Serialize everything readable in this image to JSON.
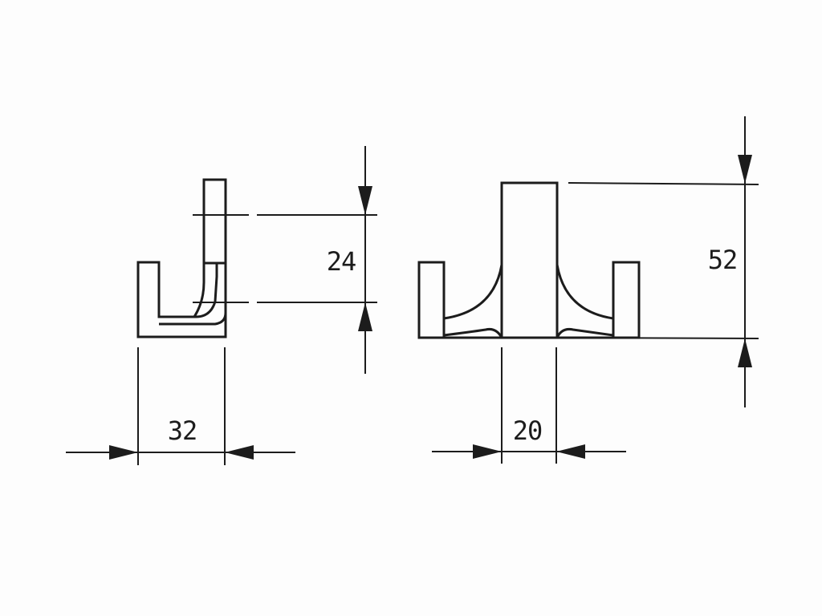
{
  "colors": {
    "ink": "#1c1c1c",
    "paper": "#fdfdfd"
  },
  "dimensions": {
    "side_view_height": "24",
    "side_view_width": "32",
    "front_view_height": "52",
    "front_view_width": "20"
  }
}
